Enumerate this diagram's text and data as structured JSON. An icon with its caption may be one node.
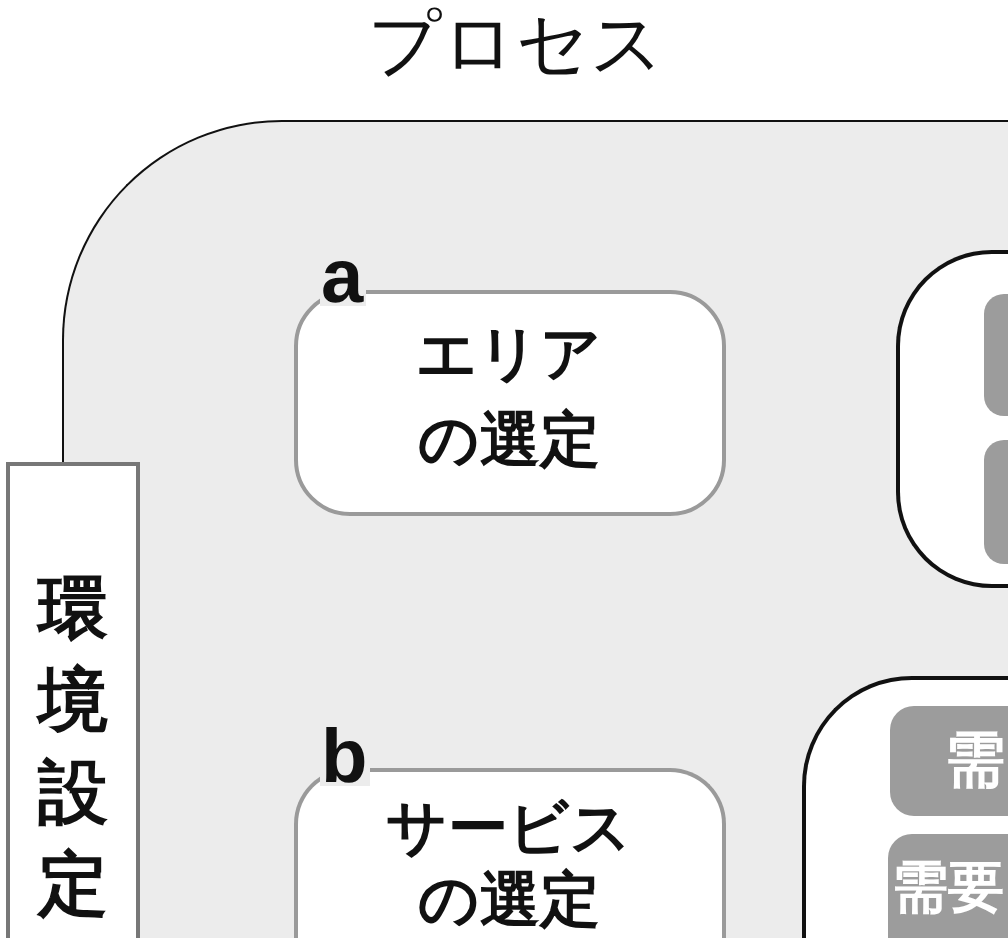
{
  "diagram": {
    "title": "プロセス",
    "nodes": [
      {
        "text": [],
        "shape": "box"
      },
      {
        "text": [
          "環境設定"
        ]
      },
      {
        "text": [
          "エリアの選定"
        ],
        "in": 0,
        "beside": [
          "a"
        ]
      },
      {
        "text": [
          "サービスの選定"
        ],
        "in": 0,
        "beside": [
          "b"
        ]
      },
      {
        "text": [],
        "shape": "box",
        "in": 0
      },
      {
        "text": [],
        "shape": "box",
        "in": 4
      },
      {
        "text": [],
        "shape": "box",
        "in": 4
      },
      {
        "text": [],
        "shape": "box",
        "in": 0
      },
      {
        "text": [
          "需"
        ],
        "in": 7
      },
      {
        "text": [
          "需要"
        ],
        "in": 7
      }
    ]
  }
}
